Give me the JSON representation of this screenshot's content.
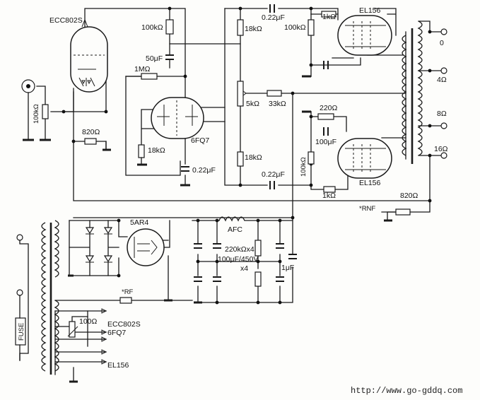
{
  "labels": {
    "ecc802s_top": "ECC802S",
    "r_100k_top": "100kΩ",
    "c_50u": "50μF",
    "r_1m": "1MΩ",
    "r_100k_input": "100kΩ",
    "r_820_input": "820Ω",
    "tube_6fq7": "6FQ7",
    "r_18k_cathode": "18kΩ",
    "c_022_left": "0.22μF",
    "c_022_top": "0.22μF",
    "r_18k_upper": "18kΩ",
    "r_100k_grid_top": "100kΩ",
    "r_1k_top": "1kΩ",
    "tube_el156_top": "EL156",
    "pot_5k": "5kΩ",
    "r_33k": "33kΩ",
    "r_220": "220Ω",
    "c_100u": "100μF",
    "r_18k_lower": "18kΩ",
    "c_022_bottom": "0.22μF",
    "r_100k_grid_bottom": "100kΩ",
    "r_1k_bottom": "1kΩ",
    "tube_el156_bottom": "EL156",
    "r_820_nf": "820Ω",
    "rnf": "*RNF",
    "out_0": "0",
    "out_4": "4Ω",
    "out_8": "8Ω",
    "out_16": "16Ω",
    "rect_5ar4": "5AR4",
    "afc": "AFC",
    "psu_r": "220kΩx4",
    "psu_c": "100μF/450V",
    "psu_x4": "x4",
    "c_1u": "1μF",
    "rf": "*RF",
    "fuse": "FUSE",
    "heater_r": "100Ω",
    "heater_ecc": "ECC802S",
    "heater_6fq7": "6FQ7",
    "heater_el156": "EL156",
    "watermark": "http://www.go-gddq.com"
  }
}
